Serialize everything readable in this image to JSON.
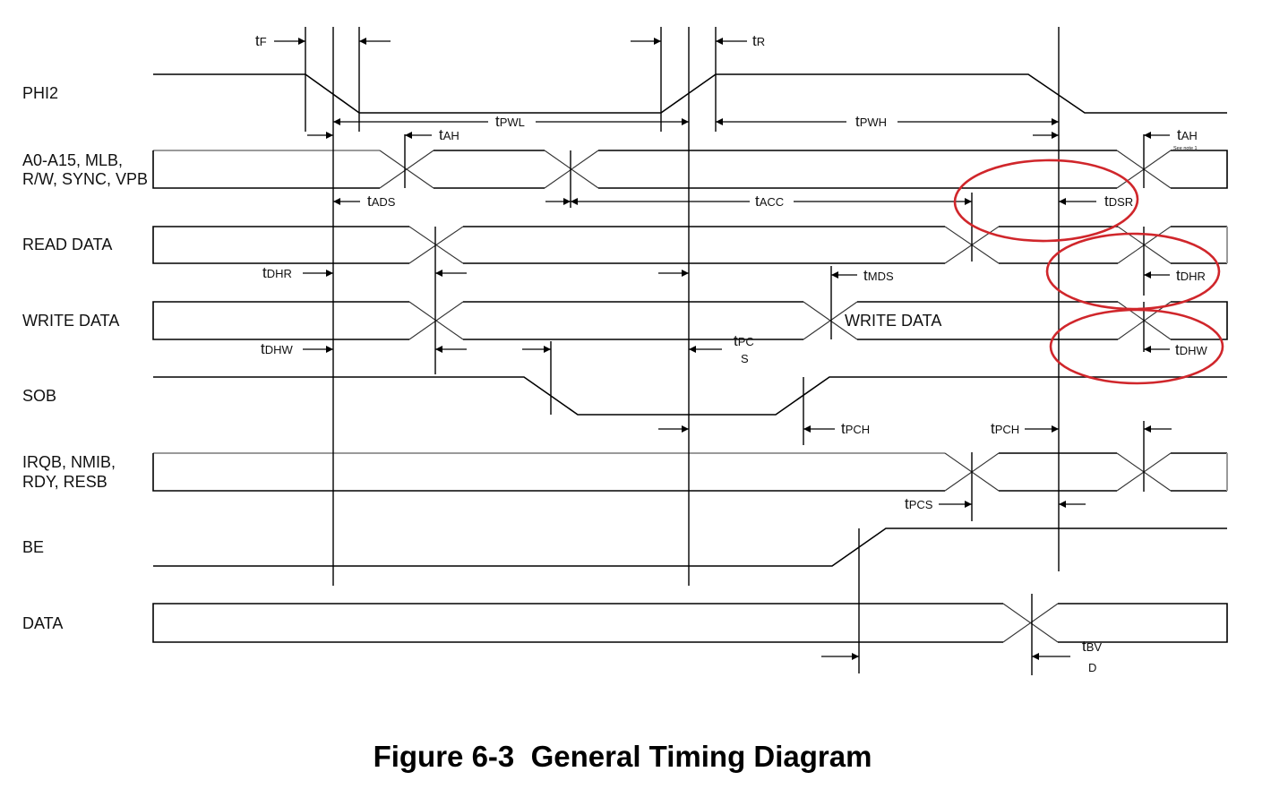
{
  "figure": {
    "caption": "Figure 6-3  General Timing Diagram",
    "annotation_color": "#d0262b"
  },
  "signals": [
    {
      "id": "phi2",
      "label": [
        "PHI2"
      ]
    },
    {
      "id": "addr",
      "label": [
        "A0-A15, MLB,",
        "R/W, SYNC, VPB"
      ]
    },
    {
      "id": "read",
      "label": [
        "READ DATA"
      ]
    },
    {
      "id": "write",
      "label": [
        "WRITE DATA"
      ],
      "inner_label": "WRITE DATA"
    },
    {
      "id": "sob",
      "label": [
        "SOB"
      ]
    },
    {
      "id": "irq",
      "label": [
        "IRQB, NMIB,",
        "RDY, RESB"
      ]
    },
    {
      "id": "be",
      "label": [
        "BE"
      ]
    },
    {
      "id": "data",
      "label": [
        "DATA"
      ]
    }
  ],
  "timing_params": [
    {
      "id": "tF",
      "main": "t",
      "sub": "F"
    },
    {
      "id": "tR",
      "main": "t",
      "sub": "R"
    },
    {
      "id": "tPWL",
      "main": "t",
      "sub": "PWL"
    },
    {
      "id": "tPWH",
      "main": "t",
      "sub": "PWH"
    },
    {
      "id": "tAH1",
      "main": "t",
      "sub": "AH"
    },
    {
      "id": "tAH2",
      "main": "t",
      "sub": "AH",
      "note": "See note 1"
    },
    {
      "id": "tADS",
      "main": "t",
      "sub": "ADS"
    },
    {
      "id": "tACC",
      "main": "t",
      "sub": "ACC"
    },
    {
      "id": "tDSR",
      "main": "t",
      "sub": "DSR"
    },
    {
      "id": "tDHR1",
      "main": "t",
      "sub": "DHR"
    },
    {
      "id": "tDHR2",
      "main": "t",
      "sub": "DHR"
    },
    {
      "id": "tMDS",
      "main": "t",
      "sub": "MDS"
    },
    {
      "id": "tDHW1",
      "main": "t",
      "sub": "DHW"
    },
    {
      "id": "tDHW2",
      "main": "t",
      "sub": "DHW"
    },
    {
      "id": "tPCS1",
      "main": "t",
      "sub": "PC",
      "sub2": "S"
    },
    {
      "id": "tPCH1",
      "main": "t",
      "sub": "PCH"
    },
    {
      "id": "tPCH2",
      "main": "t",
      "sub": "PCH"
    },
    {
      "id": "tPCS2",
      "main": "t",
      "sub": "PCS"
    },
    {
      "id": "tBVD",
      "main": "t",
      "sub": "BV",
      "sub2": "D"
    }
  ],
  "highlights": [
    {
      "id": "circle-tdsr",
      "target": "tDSR"
    },
    {
      "id": "circle-tdhr",
      "target": "tDHR"
    },
    {
      "id": "circle-tdhw",
      "target": "tDHW"
    }
  ]
}
